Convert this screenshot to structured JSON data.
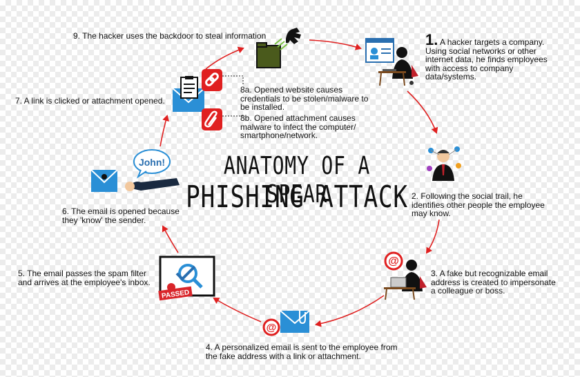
{
  "title": {
    "line1": "ANATOMY OF A SPEAR",
    "line2": "PHISHING ATTACK"
  },
  "steps": [
    {
      "num": "1.",
      "text": "A hacker targets a company. Using social networks or other internet data, he finds employees with access to company data/systems."
    },
    {
      "text": "2. Following the social trail, he identifies other people the employee may know."
    },
    {
      "text": "3. A fake but recognizable email address is created to impersonate a colleague or boss."
    },
    {
      "text": "4. A personalized email is sent to the employee from the fake address with a link or attachment."
    },
    {
      "text": "5. The email passes the spam filter and arrives at the employee's inbox."
    },
    {
      "text": "6. The email is opened because they 'know' the sender."
    },
    {
      "text": "7. A link is clicked or attachment opened."
    },
    {
      "text": "8a. Opened website causes credentials to be stolen/malware to be installed."
    },
    {
      "text": "8b. Opened attachment causes malware to infect the computer/ smartphone/network."
    },
    {
      "text": "9. The hacker uses the backdoor to steal information"
    }
  ],
  "badges": {
    "passed": "PASSED",
    "speech": "John!"
  },
  "colors": {
    "arrow": "#e02020",
    "email_blue": "#2a8fd6",
    "badge_red": "#d9252a"
  },
  "icons": [
    "hacker-at-laptop-icon",
    "network-person-icon",
    "hacker-at-symbol-icon",
    "email-at-icon",
    "inbox-passed-icon",
    "email-speech-icon",
    "email-clipboard-icon",
    "link-icon",
    "paperclip-icon",
    "backdoor-hand-icon"
  ]
}
